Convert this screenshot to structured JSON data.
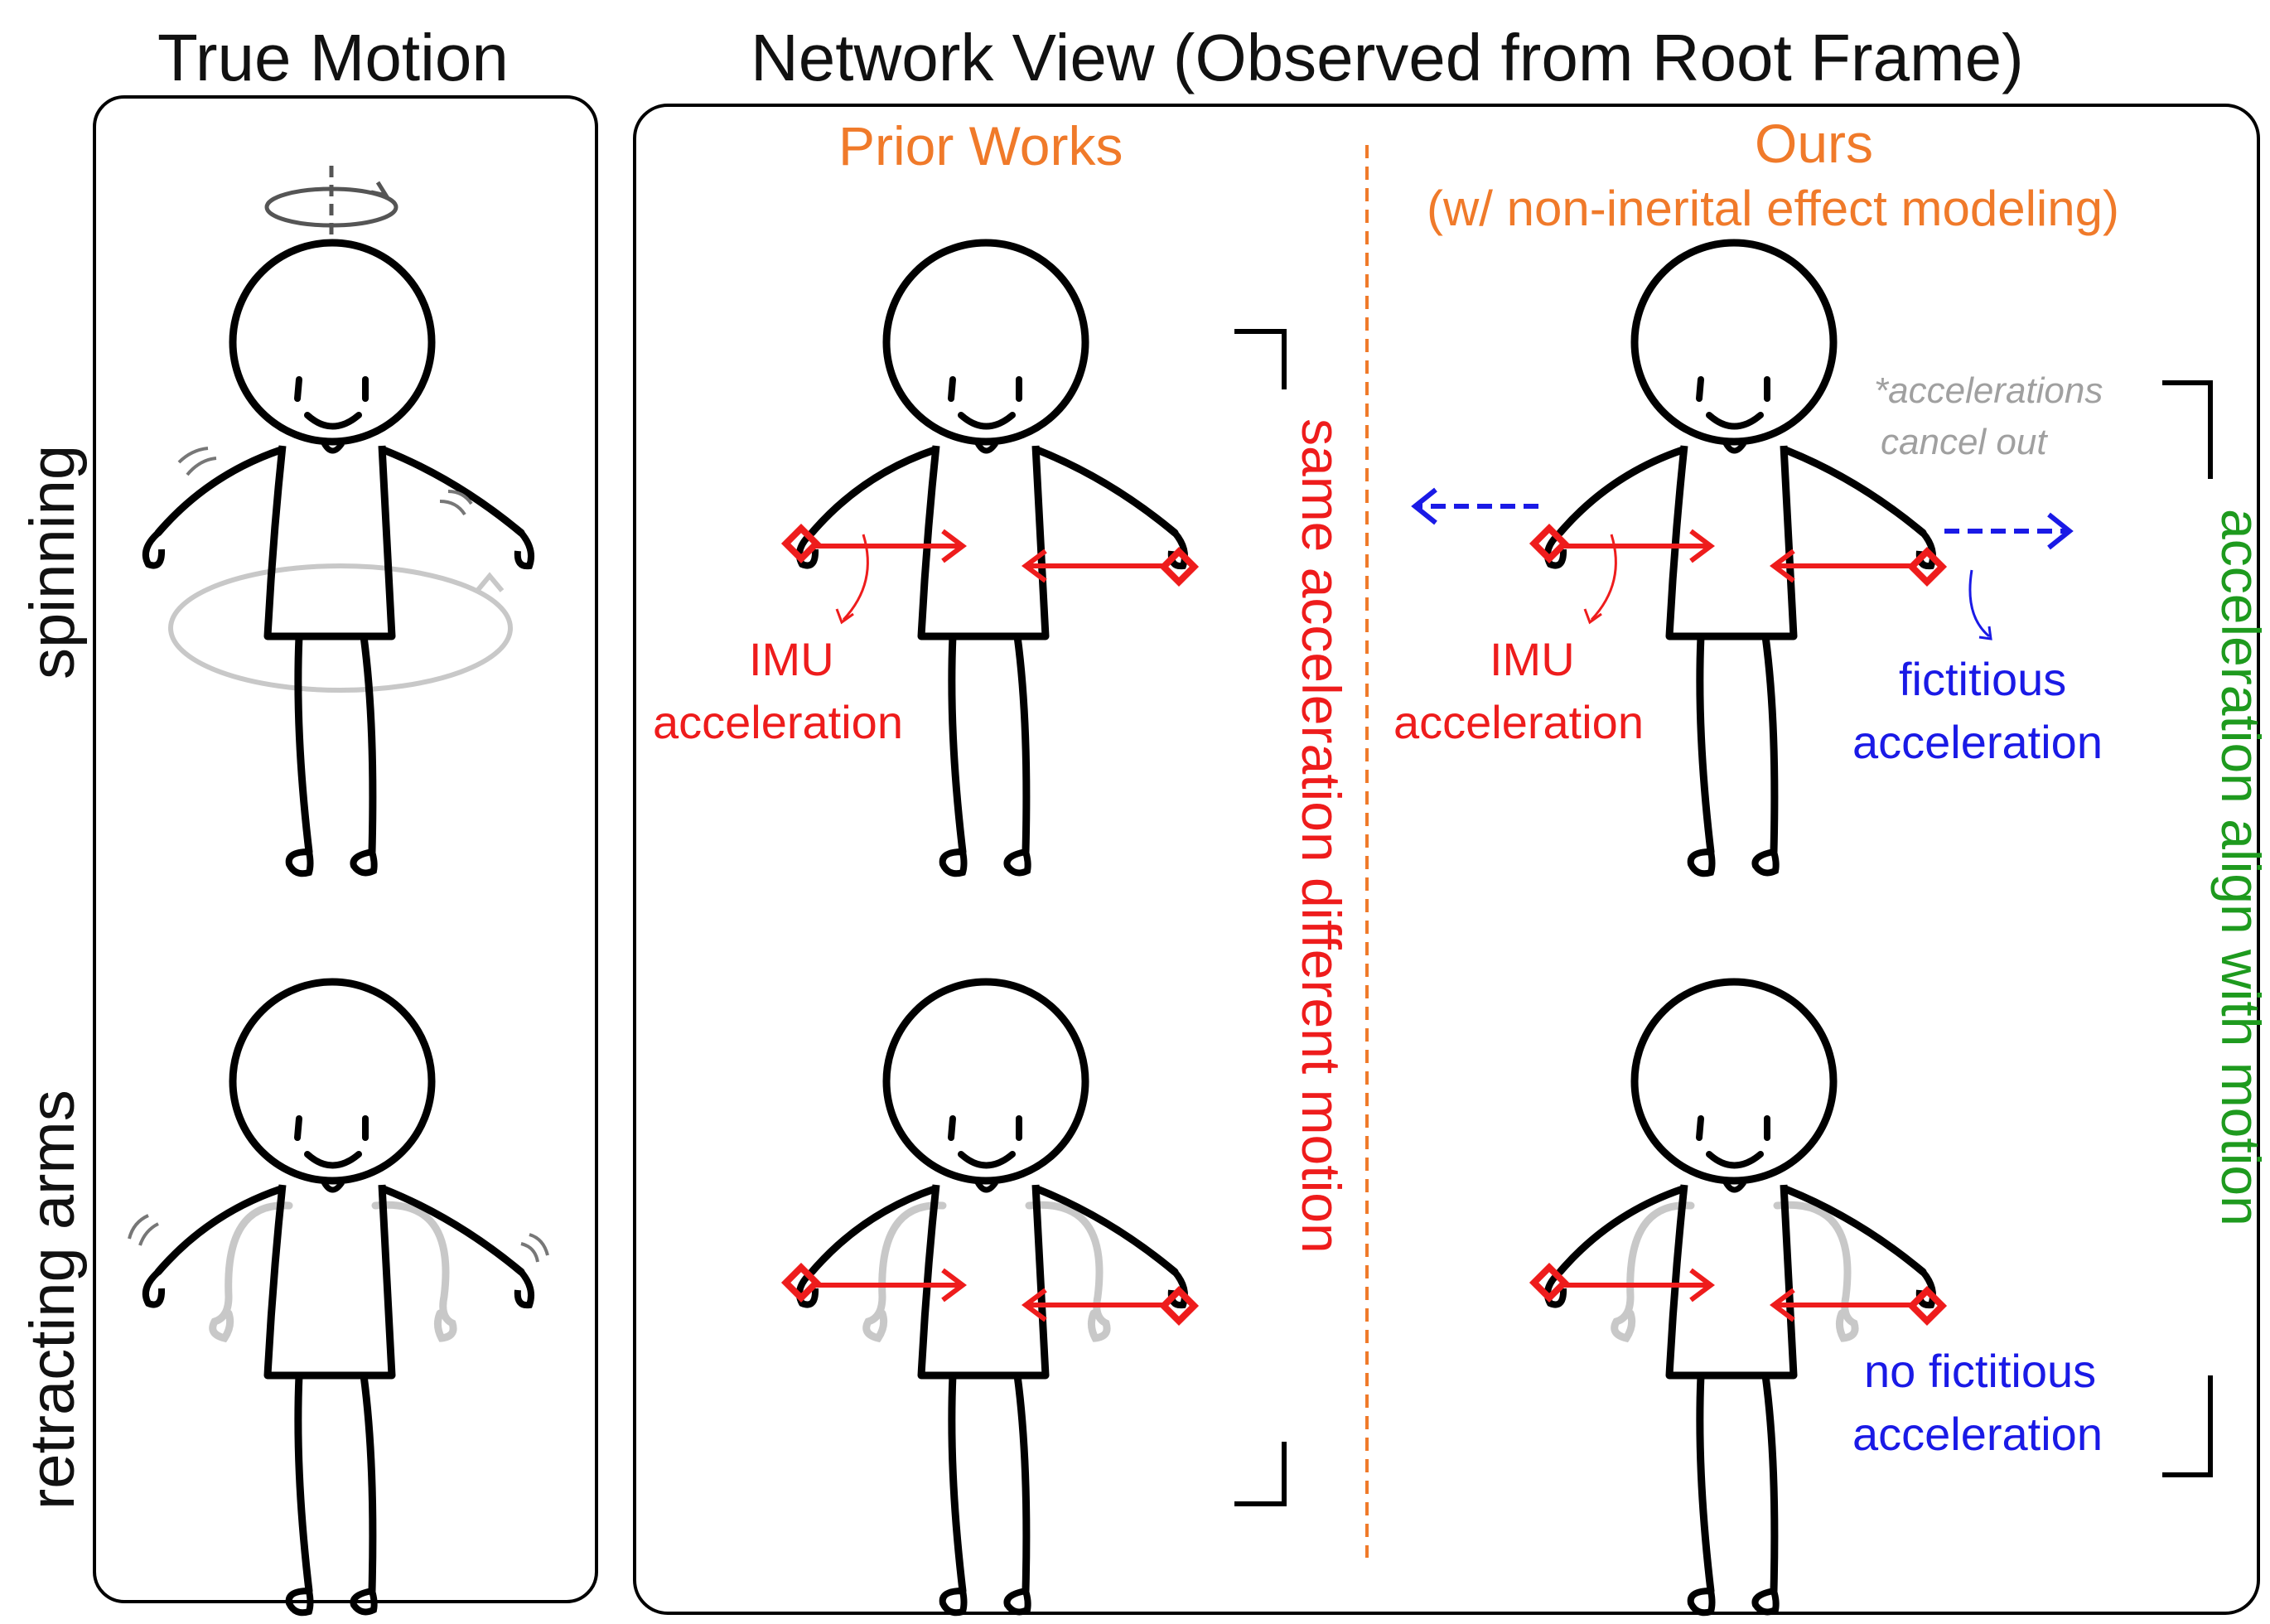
{
  "header": {
    "left_title": "True Motion",
    "right_title": "Network View (Observed from Root Frame)"
  },
  "columns": {
    "prior": "Prior Works",
    "ours": "Ours",
    "ours_sub": "(w/ non-inerital effect modeling)"
  },
  "rows": {
    "top": "spinning",
    "bottom": "retracting arms"
  },
  "annotations": {
    "imu_line1": "IMU",
    "imu_line2": "acceleration",
    "fict_line1": "fictitious",
    "fict_line2": "acceleration",
    "no_fict_line1": "no fictitious",
    "no_fict_line2": "acceleration",
    "cancel_line1": "*accelerations",
    "cancel_line2": "cancel out",
    "same_accel": "same acceleration  different motion",
    "align": "acceleration align with motion"
  },
  "colors": {
    "imu": "#ee1c1c",
    "fictitious": "#1a1ae6",
    "ours_title": "#f07a2a",
    "align": "#1e9a1e",
    "ghost": "#c8c8c8"
  }
}
